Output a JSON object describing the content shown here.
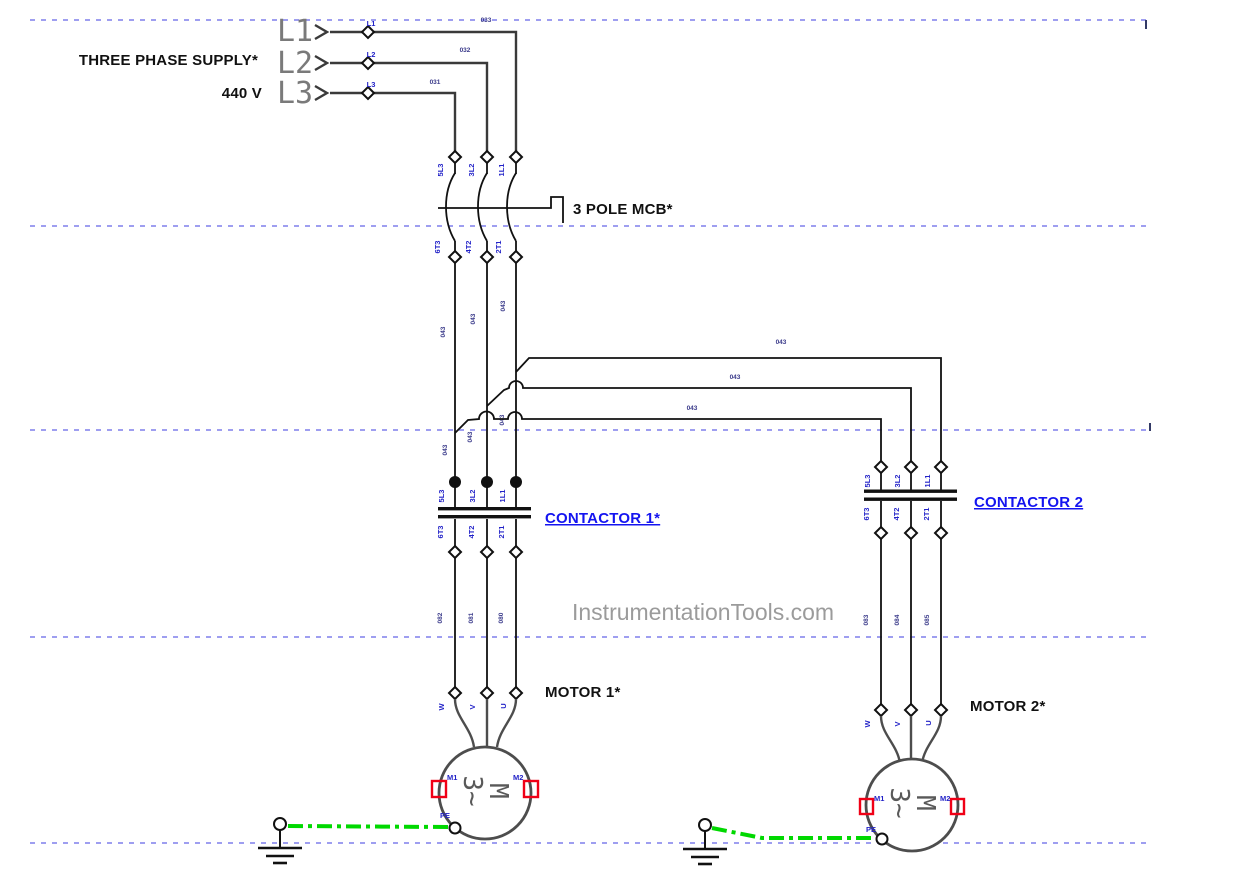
{
  "diagram": {
    "watermark": "InstrumentationTools.com",
    "supply": {
      "title": "THREE PHASE SUPPLY*",
      "voltage": "440 V",
      "phases": [
        {
          "label": "L1",
          "terminal": "L1",
          "wire": "033"
        },
        {
          "label": "L2",
          "terminal": "L2",
          "wire": "032"
        },
        {
          "label": "L3",
          "terminal": "L3",
          "wire": "031"
        }
      ]
    },
    "mcb": {
      "label": "3 POLE MCB*",
      "top_terminals": [
        "5L3",
        "3L2",
        "1L1"
      ],
      "bottom_terminals": [
        "6T3",
        "4T2",
        "2T1"
      ]
    },
    "feeder_wire": "043",
    "contactor1": {
      "label": "CONTACTOR 1*",
      "top_terminals": [
        "5L3",
        "3L2",
        "1L1"
      ],
      "bottom_terminals": [
        "6T3",
        "4T2",
        "2T1"
      ]
    },
    "contactor2": {
      "label": "CONTACTOR 2",
      "top_terminals": [
        "5L3",
        "3L2",
        "1L1"
      ],
      "bottom_terminals": [
        "6T3",
        "4T2",
        "2T1"
      ]
    },
    "motor1": {
      "label": "MOTOR 1*",
      "wires": [
        "082",
        "081",
        "080"
      ],
      "terminals": [
        "W",
        "V",
        "U"
      ],
      "m1": "M1",
      "m2": "M2",
      "pe": "PE",
      "symbol": [
        "M",
        "3~"
      ]
    },
    "motor2": {
      "label": "MOTOR 2*",
      "wires": [
        "083",
        "084",
        "085"
      ],
      "terminals": [
        "W",
        "V",
        "U"
      ],
      "m1": "M1",
      "m2": "M2",
      "pe": "PE",
      "symbol": [
        "M",
        "3~"
      ]
    },
    "colors": {
      "link_blue": "#1414f0",
      "terminal_blue": "#2323c8",
      "separator": "#9e9ef0",
      "earth_green": "#00d800",
      "motor_terminal_red": "#f00016"
    }
  }
}
